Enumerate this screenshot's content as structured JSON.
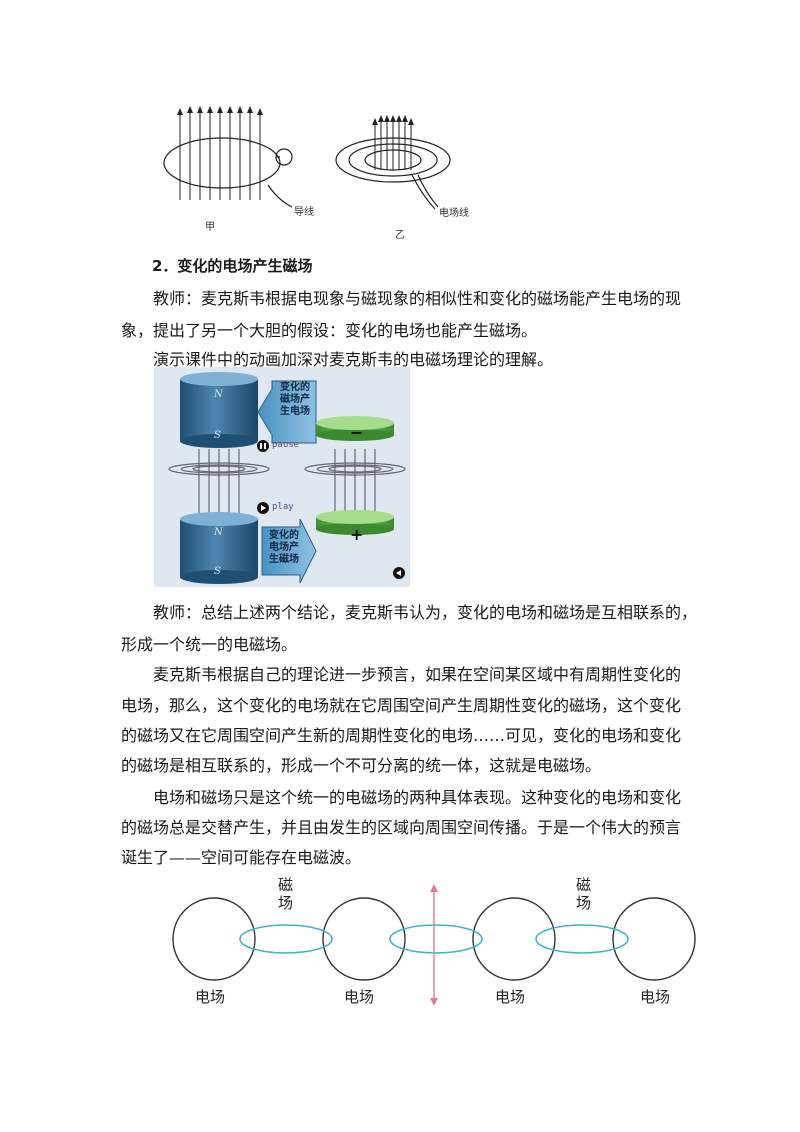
{
  "figure_top": {
    "label_left": "甲",
    "label_right": "乙",
    "annotation_wire": "导线",
    "annotation_field": "电场线"
  },
  "section": {
    "heading": "2．变化的电场产生磁场",
    "p1_line1": "教师：麦克斯韦根据电现象与磁现象的相似性和变化的磁场能产生电场的现",
    "p1_line2": "象，提出了另一个大胆的假设：变化的电场也能产生磁场。",
    "p2": "演示课件中的动画加深对麦克斯韦的电磁场理论的理解。"
  },
  "animation": {
    "callout_top": [
      "变化的",
      "磁场产",
      "生电场"
    ],
    "callout_bottom": [
      "变化的",
      "电场产",
      "生磁场"
    ],
    "pause_label": "pause",
    "play_label": "play",
    "pole_n": "N",
    "pole_s": "S",
    "plate_minus": "−",
    "plate_plus": "+"
  },
  "body": {
    "p3_line1": "教师：总结上述两个结论，麦克斯韦认为，变化的电场和磁场是互相联系的，",
    "p3_line2": "形成一个统一的电磁场。",
    "p4_line1": "麦克斯韦根据自己的理论进一步预言，如果在空间某区域中有周期性变化的",
    "p4_line2": "电场，那么，这个变化的电场就在它周围空间产生周期性变化的磁场，这个变化",
    "p4_line3": "的磁场又在它周围空间产生新的周期性变化的电场……可见，变化的电场和变化",
    "p4_line4": "的磁场是相互联系的，形成一个不可分离的统一体，这就是电磁场。",
    "p5_line1": "电场和磁场只是这个统一的电磁场的两种具体表现。这种变化的电场和变化",
    "p5_line2": "的磁场总是交替产生，并且由发生的区域向周围空间传播。于是一个伟大的预言",
    "p5_line3": "诞生了——空间可能存在电磁波。"
  },
  "em_figure": {
    "magnetic_labels": [
      "磁场",
      "磁场"
    ],
    "electric_labels": [
      "电场",
      "电场",
      "电场",
      "电场"
    ],
    "colors": {
      "circle": "#333333",
      "ellipse": "#3fb5c8",
      "arrow": "#e07a9a"
    }
  }
}
